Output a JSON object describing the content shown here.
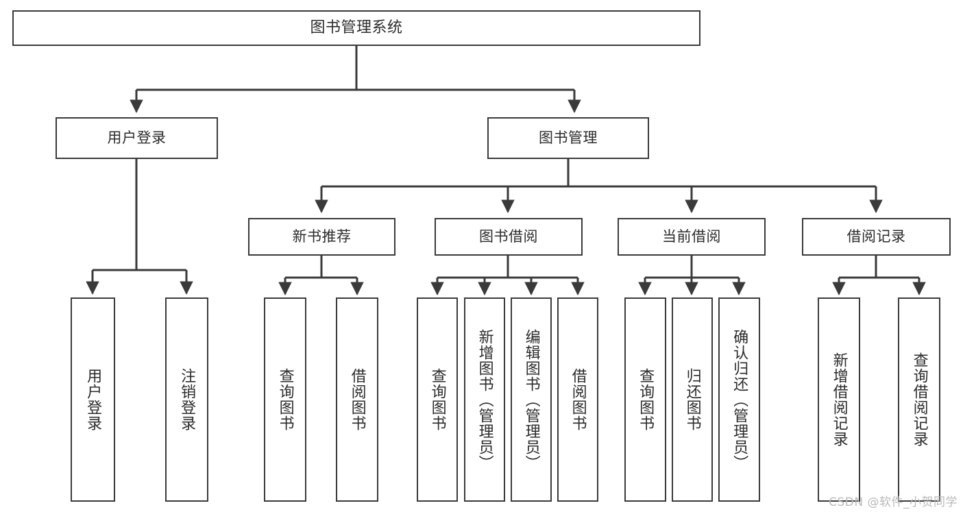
{
  "diagram": {
    "title": "图书管理系统",
    "type": "tree-hierarchy-chart",
    "colors": {
      "box_border": "#3a3a3a",
      "box_fill": "#ffffff",
      "edge": "#3a3a3a",
      "text": "#2b2b2b",
      "watermark": "#b9b9b9",
      "background": "#ffffff"
    },
    "nodes": {
      "root": {
        "label": "图书管理系统"
      },
      "level2": [
        {
          "id": "user-login",
          "label": "用户登录"
        },
        {
          "id": "book-manage",
          "label": "图书管理"
        }
      ],
      "level3": [
        {
          "id": "new-book-recommend",
          "label": "新书推荐"
        },
        {
          "id": "book-borrow",
          "label": "图书借阅"
        },
        {
          "id": "current-borrow",
          "label": "当前借阅"
        },
        {
          "id": "borrow-record",
          "label": "借阅记录"
        }
      ],
      "leaves": {
        "user_login": [
          {
            "id": "leaf-user-login",
            "label": "用户登录"
          },
          {
            "id": "leaf-logout-login",
            "label": "注销登录"
          }
        ],
        "new_book_recommend": [
          {
            "id": "leaf-query-book-1",
            "label": "查询图书"
          },
          {
            "id": "leaf-borrow-book-1",
            "label": "借阅图书"
          }
        ],
        "book_borrow": [
          {
            "id": "leaf-query-book-2",
            "label": "查询图书"
          },
          {
            "id": "leaf-add-book",
            "label": "新增图书（管理员）"
          },
          {
            "id": "leaf-edit-book",
            "label": "编辑图书（管理员）"
          },
          {
            "id": "leaf-borrow-book-2",
            "label": "借阅图书"
          }
        ],
        "current_borrow": [
          {
            "id": "leaf-query-book-3",
            "label": "查询图书"
          },
          {
            "id": "leaf-return-book",
            "label": "归还图书"
          },
          {
            "id": "leaf-confirm-return",
            "label": "确认归还（管理员）"
          }
        ],
        "borrow_record": [
          {
            "id": "leaf-add-record",
            "label": "新增借阅记录"
          },
          {
            "id": "leaf-query-record",
            "label": "查询借阅记录"
          }
        ]
      }
    },
    "watermark": "CSDN @软件_小贺同学"
  }
}
